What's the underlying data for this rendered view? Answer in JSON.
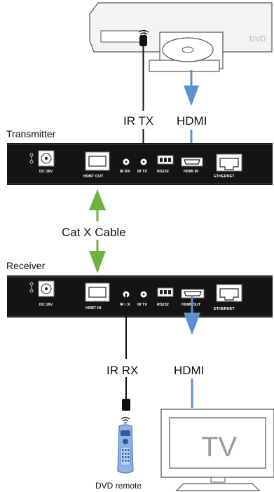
{
  "colors": {
    "hdmi": "#5b8fcf",
    "catx": "#6cb33f",
    "device": "#141414",
    "outline": "#555555"
  },
  "dvd_player": {
    "label": "DVD",
    "ir_icon": "ir-signal-icon"
  },
  "labels": {
    "ir_tx": "IR TX",
    "hdmi_top": "HDMI",
    "transmitter": "Transmitter",
    "cable": "Cat X Cable",
    "receiver": "Receiver",
    "ir_rx": "IR RX",
    "hdmi_bottom": "HDMI",
    "remote": "DVD remote",
    "tv": "TV"
  },
  "transmitter_ports": {
    "dc": "DC 18V",
    "hdbt": "HDBT OUT",
    "ir_rx": "IR RX",
    "ir_tx": "IR TX",
    "rs232": "RS232",
    "hdmi": "HDMI IN",
    "ethernet": "ETHERNET"
  },
  "receiver_ports": {
    "dc": "DC 18V",
    "hdbt": "HDBT IN",
    "ir_rx": "IR RX",
    "ir_tx": "IR TX",
    "rs232": "RS232",
    "hdmi": "HDMI OUT",
    "ethernet": "ETHERNET"
  }
}
